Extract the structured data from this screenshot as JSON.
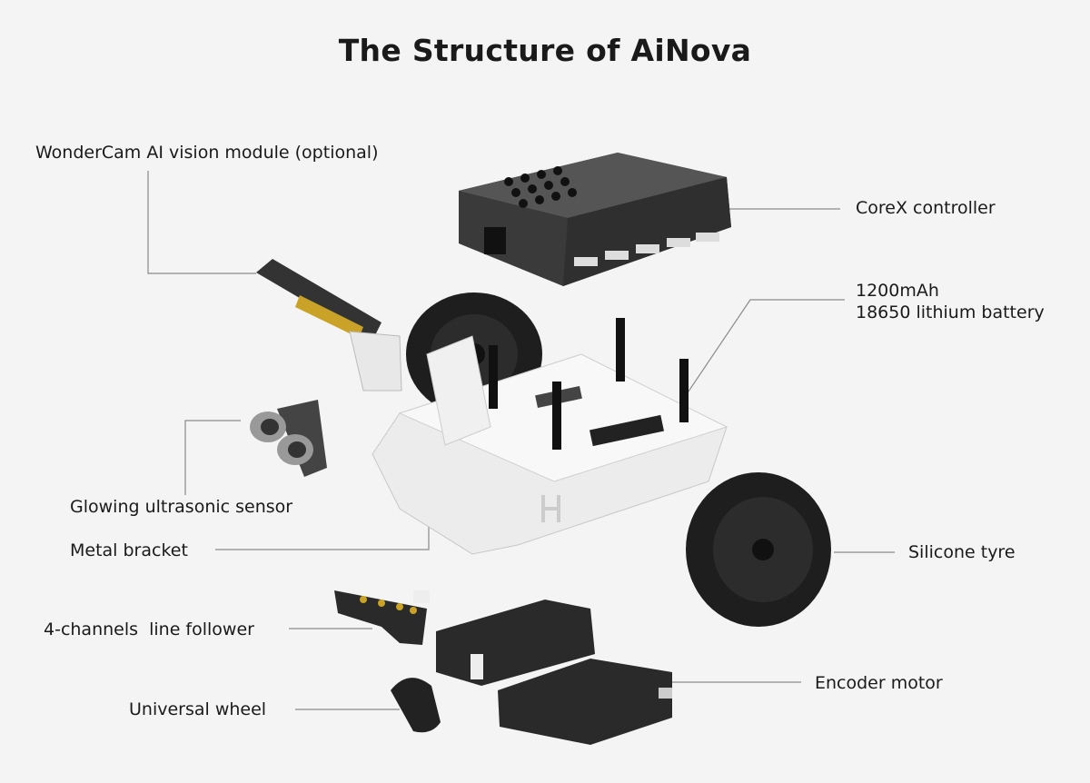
{
  "title": "The Structure of AiNova",
  "labels": {
    "wondercam": "WonderCam AI vision module (optional)",
    "corex": "CoreX controller",
    "battery_line1": "1200mAh",
    "battery_line2": "18650 lithium battery",
    "ultrasonic": "Glowing ultrasonic sensor",
    "bracket": "Metal bracket",
    "tyre": "Silicone tyre",
    "line_follower": "4-channels  line follower",
    "universal_wheel": "Universal wheel",
    "encoder_motor": "Encoder motor"
  },
  "colors": {
    "background": "#f4f4f4",
    "leader_line": "#8a8a8a",
    "part_dark": "#2b2b2b",
    "part_white": "#e9e9e9"
  }
}
